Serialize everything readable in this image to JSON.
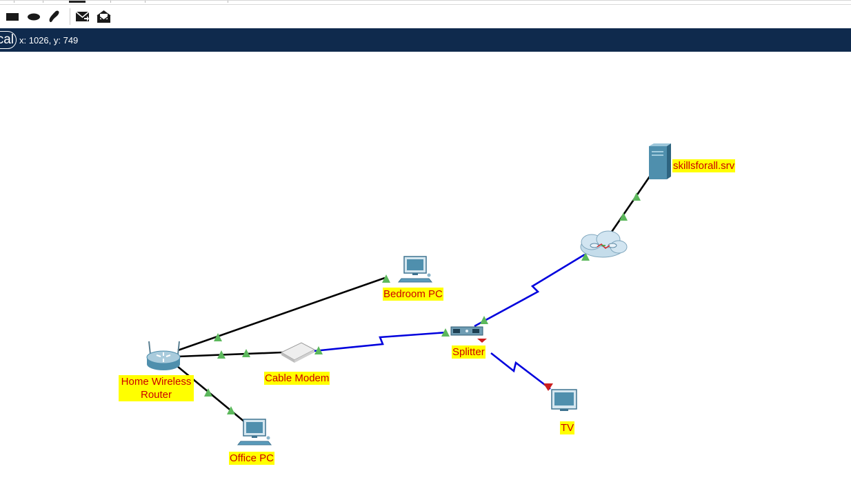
{
  "toolbar": {
    "tools": [
      {
        "name": "rectangle-tool-icon"
      },
      {
        "name": "ellipse-tool-icon"
      },
      {
        "name": "freeform-tool-icon"
      },
      {
        "name": "add-simple-pdu-icon"
      },
      {
        "name": "add-complex-pdu-icon"
      }
    ]
  },
  "navbar": {
    "mode_label": "cal",
    "coordinates": "x: 1026, y: 749"
  },
  "devices": {
    "server": {
      "label": "skillsforall.srv",
      "type": "server"
    },
    "cloud": {
      "label": "",
      "type": "cloud"
    },
    "bedroom_pc": {
      "label": "Bedroom PC",
      "type": "pc"
    },
    "router": {
      "label": "Home Wireless Router",
      "type": "wireless-router"
    },
    "modem": {
      "label": "Cable Modem",
      "type": "cable-modem"
    },
    "splitter": {
      "label": "Splitter",
      "type": "splitter"
    },
    "tv": {
      "label": "TV",
      "type": "tv"
    },
    "office_pc": {
      "label": "Office PC",
      "type": "pc"
    }
  },
  "links": [
    {
      "from": "router",
      "to": "bedroom_pc",
      "media": "ethernet",
      "status": "up"
    },
    {
      "from": "router",
      "to": "modem",
      "media": "ethernet",
      "status": "up"
    },
    {
      "from": "router",
      "to": "office_pc",
      "media": "ethernet",
      "status": "up"
    },
    {
      "from": "modem",
      "to": "splitter",
      "media": "coaxial",
      "status": "up"
    },
    {
      "from": "splitter",
      "to": "cloud",
      "media": "coaxial",
      "status": "up"
    },
    {
      "from": "splitter",
      "to": "tv",
      "media": "coaxial",
      "status": "down"
    },
    {
      "from": "cloud",
      "to": "server",
      "media": "ethernet",
      "status": "up"
    }
  ],
  "colors": {
    "navbar": "#0f2a4d",
    "label_bg": "#ffff00",
    "label_text": "#cc0000",
    "ethernet_link": "#000000",
    "coax_link": "#0000dd",
    "link_up": "#5cb85c",
    "link_down": "#cc1f1f"
  }
}
